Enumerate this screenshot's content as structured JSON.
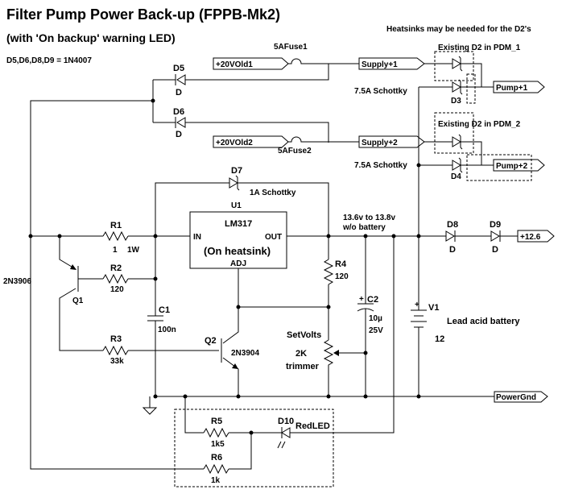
{
  "title": "Filter Pump Power Back-up (FPPB-Mk2)",
  "subtitle": "(with 'On backup'  warning LED)",
  "diode_note": "D5,D6,D8,D9 = 1N4007",
  "heatsink_note": "Heatsinks may be needed for the D2's",
  "ports": {
    "in1": "+20VOld1",
    "in2": "+20VOld2",
    "supply1": "Supply+1",
    "supply2": "Supply+2",
    "pump1": "Pump+1",
    "pump2": "Pump+2",
    "out126": "+12.6",
    "gnd": "PowerGnd"
  },
  "labels": {
    "fuse1": "5AFuse1",
    "fuse2": "5AFuse2",
    "d5": "D5",
    "d5v": "D",
    "d6": "D6",
    "d6v": "D",
    "pdm1": "Existing D2 in PDM_1",
    "pdm2": "Existing D2 in PDM_2",
    "d3": "D3",
    "d4": "D4",
    "schottky1": "7.5A Schottky",
    "schottky2": "7.5A Schottky",
    "d7": "D7",
    "d7v": "1A Schottky",
    "u1": "U1",
    "lm317": "LM317",
    "in": "IN",
    "out": "OUT",
    "heatsink": "(On heatsink)",
    "adj": "ADJ",
    "vnote1": "13.6v to 13.8v",
    "vnote2": "w/o battery",
    "d8": "D8",
    "d8v": "D",
    "d9": "D9",
    "d9v": "D",
    "r1": "R1",
    "r1v1": "1",
    "r1v2": "1W",
    "r2": "R2",
    "r2v": "120",
    "q1p": "2N3906",
    "q1": "Q1",
    "r4": "R4",
    "r4v": "120",
    "c1": "C1",
    "c1v": "100n",
    "c2": "C2",
    "c2v1": "10µ",
    "c2v2": "25V",
    "c2plus": "+",
    "v1": "V1",
    "v1plus": "+",
    "battery": "Lead acid battery",
    "v1v": "12",
    "r3": "R3",
    "r3v": "33k",
    "q2": "Q2",
    "q2p": "2N3904",
    "setvolts": "SetVolts",
    "trim1": "2K",
    "trim2": "trimmer",
    "r5": "R5",
    "r5v": "1k5",
    "d10": "D10",
    "redled": "RedLED",
    "r6": "R6",
    "r6v": "1k"
  }
}
